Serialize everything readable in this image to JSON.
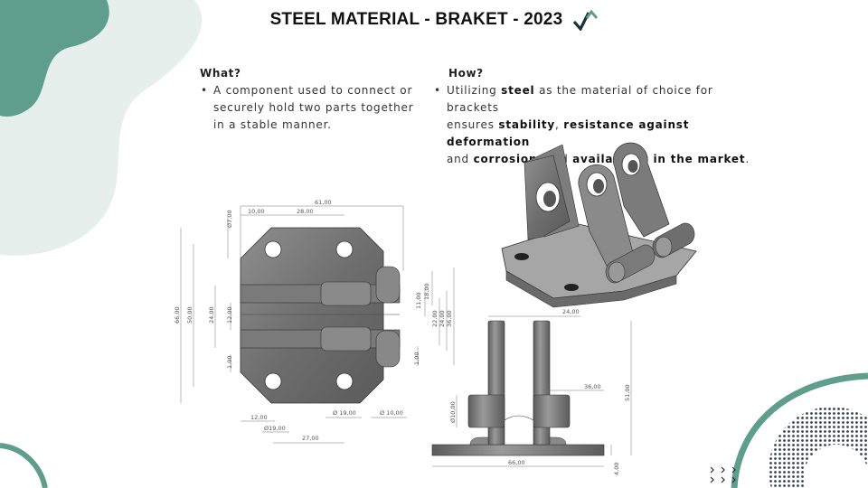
{
  "header": {
    "title": "STEEL MATERIAL - BRAKET - 2023",
    "logo_icon": "check-caret-logo-icon",
    "colors": {
      "teal": "#5f9e8b",
      "mint": "#e6efeb",
      "navy": "#1d2f3b"
    }
  },
  "what": {
    "heading": "What?",
    "bullet": "•",
    "lines": [
      "A component used to connect or",
      "securely hold two parts together",
      "in a stable manner."
    ]
  },
  "how": {
    "heading": "How?",
    "bullet": "•",
    "line1": "Utilizing ",
    "steel": "steel",
    "line1_rest": " as the material of choice for brackets",
    "line2": "ensures ",
    "stability": "stability",
    "comma1": ", ",
    "resistance": "resistance against deformation",
    "and1": "and ",
    "corrosion": "corrosion",
    "and2": ", and ",
    "availability": "availability in the market",
    "period": "."
  },
  "drawing": {
    "top_view": {
      "overall_width": "61,00",
      "hole_spacing": "28,00",
      "offset_top": "10,00",
      "hole_top": "Ø7,00",
      "overall_height": "66,00",
      "inner_height": "50,00",
      "left_24": "24,00",
      "left_12": "12,00",
      "left_1": "1,00",
      "r_11": "11,00",
      "r_18": "18,00",
      "r_22": "22,00",
      "r_24": "24,00",
      "r_36": "36,00",
      "r_1": "1,00",
      "b_12": "12,00",
      "b_d19a": "Ø19,00",
      "b_d19b": "Ø 19,00",
      "b_d10": "Ø 10,00",
      "b_27": "27,00"
    },
    "front_view": {
      "top_24": "24,00",
      "d10": "Ø10,00",
      "w36": "36,00",
      "h51": "51,00",
      "w66": "66,00",
      "h4": "4,00"
    }
  }
}
